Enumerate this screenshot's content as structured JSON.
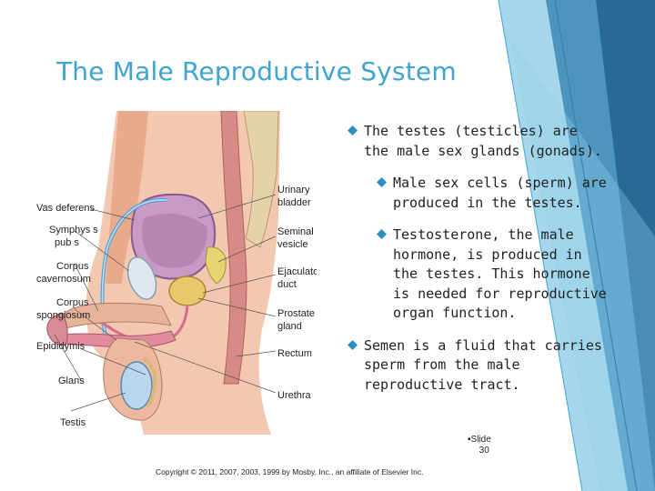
{
  "slide": {
    "title": "The Male Reproductive System",
    "bullets": [
      {
        "level": 1,
        "text": "The testes (testicles) are the male sex glands (gonads)."
      },
      {
        "level": 2,
        "text": "Male sex cells (sperm) are produced in the testes."
      },
      {
        "level": 2,
        "text": "Testosterone, the male hormone, is produced in the testes. This hormone is needed for reproductive organ function."
      },
      {
        "level": 1,
        "text": "Semen is a fluid that carries sperm from the male reproductive tract."
      }
    ],
    "slide_number_label": "Slide",
    "slide_number": "30",
    "copyright": "Copyright © 2011, 2007, 2003, 1999 by Mosby, Inc., an affiliate of Elsevier Inc."
  },
  "diagram": {
    "labels_left": {
      "vas_deferens": "Vas deferens",
      "symphysis_pubis_1": "Symphys s",
      "symphysis_pubis_2": "pub s",
      "corpus_cavernosum_1": "Corpus",
      "corpus_cavernosum_2": "cavernosum",
      "corpus_spongiosum_1": "Corpus",
      "corpus_spongiosum_2": "spongiosum",
      "epididymis": "Epididymis",
      "glans": "Glans",
      "testis": "Testis"
    },
    "labels_right": {
      "urinary_bladder_1": "Urinary",
      "urinary_bladder_2": "bladder",
      "seminal_vesicle_1": "Seminal",
      "seminal_vesicle_2": "vesicle",
      "ejaculatory_duct_1": "Ejaculatory",
      "ejaculatory_duct_2": "duct",
      "prostate_gland_1": "Prostate",
      "prostate_gland_2": "gland",
      "rectum": "Rectum",
      "urethra": "Urethra"
    }
  },
  "colors": {
    "title": "#3fa4cf",
    "bullet": "#2a8fc0",
    "accent_dark": "#1f5f8b",
    "accent_light": "#5fb6dd"
  }
}
